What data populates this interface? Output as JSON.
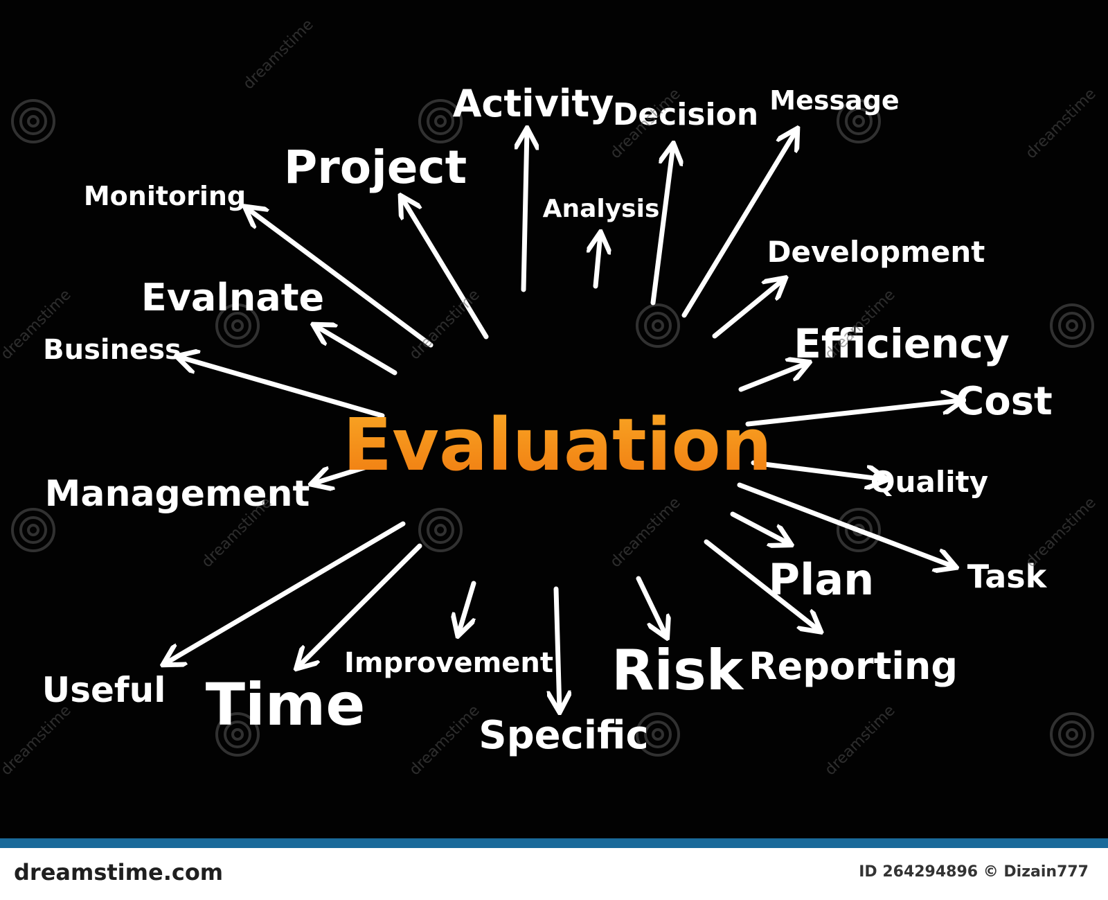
{
  "colors": {
    "background": "#020202",
    "text": "#ffffff",
    "center_gradient_top": "#f7a21b",
    "center_gradient_bottom": "#f07a10",
    "footer_bar": "#1a6a9a",
    "footer_text": "#1f1f1f"
  },
  "diagram": {
    "center": "Evaluation",
    "words": {
      "activity": "Activity",
      "decision": "Decision",
      "message": "Message",
      "project": "Project",
      "monitoring": "Monitoring",
      "analysis": "Analysis",
      "development": "Development",
      "evalnate": "Evalnate",
      "efficiency": "Efficiency",
      "business": "Business",
      "cost": "Cost",
      "management": "Management",
      "quality": "Quality",
      "plan": "Plan",
      "task": "Task",
      "improvement": "Improvement",
      "risk": "Risk",
      "reporting": "Reporting",
      "useful": "Useful",
      "time": "Time",
      "specific": "Specific"
    }
  },
  "watermark": {
    "text": "dreamstime",
    "icon": "spiral-watermark-icon"
  },
  "footer": {
    "site": "dreamstime.com",
    "id_credit": "ID 264294896 © Dizain777"
  }
}
